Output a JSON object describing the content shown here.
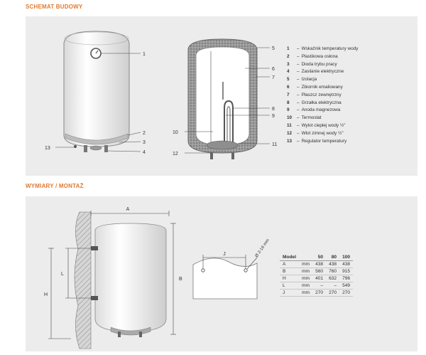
{
  "sections": {
    "structure_title": "SCHEMAT BUDOWY",
    "dimensions_title": "WYMIARY / MONTAŻ"
  },
  "structure": {
    "ext_callouts": [
      "1",
      "2",
      "3",
      "4",
      "13"
    ],
    "int_callouts": [
      "5",
      "6",
      "7",
      "8",
      "9",
      "10",
      "11",
      "12"
    ]
  },
  "legend": [
    {
      "num": "1",
      "sep": "–",
      "label": "Wskaźnik temperatury wody"
    },
    {
      "num": "2",
      "sep": "–",
      "label": "Plastikowa osłona"
    },
    {
      "num": "3",
      "sep": "–",
      "label": "Dioda trybu pracy"
    },
    {
      "num": "4",
      "sep": "–",
      "label": "Zasilanie elektryczne"
    },
    {
      "num": "5",
      "sep": "–",
      "label": "Izolacja"
    },
    {
      "num": "6",
      "sep": "–",
      "label": "Zbiornik emaliowany"
    },
    {
      "num": "7",
      "sep": "–",
      "label": "Płaszcz zewnętrzny"
    },
    {
      "num": "8",
      "sep": "–",
      "label": "Grzałka elektryczna"
    },
    {
      "num": "9",
      "sep": "–",
      "label": "Anoda magnezowa"
    },
    {
      "num": "10",
      "sep": "–",
      "label": "Termostat"
    },
    {
      "num": "11",
      "sep": "–",
      "label": "Wylot ciepłej wody ½\""
    },
    {
      "num": "12",
      "sep": "–",
      "label": "Wlot zimnej wody ½\""
    },
    {
      "num": "13",
      "sep": "–",
      "label": "Regulator temperatury"
    }
  ],
  "mount": {
    "dim_a": "A",
    "dim_b": "B",
    "dim_h": "H",
    "dim_l": "L",
    "dim_j": "J",
    "hole_label": "Ø 2-16 mm"
  },
  "table": {
    "headers": [
      "Model",
      "",
      "50",
      "80",
      "100"
    ],
    "rows": [
      [
        "A",
        "mm",
        "438",
        "438",
        "438"
      ],
      [
        "B",
        "mm",
        "560",
        "760",
        "915"
      ],
      [
        "H",
        "mm",
        "401",
        "632",
        "796"
      ],
      [
        "L",
        "mm",
        "–",
        "–",
        "549"
      ],
      [
        "J",
        "mm",
        "270",
        "270",
        "270"
      ]
    ]
  }
}
